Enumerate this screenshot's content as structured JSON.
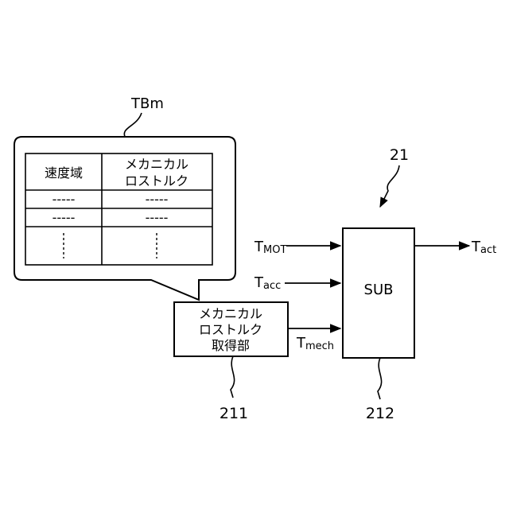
{
  "callout": {
    "label": "TBm",
    "table": {
      "headers": [
        "速度域",
        "メカニカル",
        "ロストルク"
      ],
      "rows": [
        [
          "-----",
          "-----"
        ],
        [
          "-----",
          "-----"
        ]
      ]
    }
  },
  "block_211": {
    "lines": [
      "メカニカル",
      "ロストルク",
      "取得部"
    ],
    "ref": "211"
  },
  "block_212": {
    "label": "SUB",
    "ref": "212"
  },
  "unit_ref": "21",
  "signals": {
    "t_mot": {
      "main": "T",
      "sub": "MOT"
    },
    "t_acc": {
      "main": "T",
      "sub": "acc"
    },
    "t_mech": {
      "main": "T",
      "sub": "mech"
    },
    "t_act": {
      "main": "T",
      "sub": "act"
    }
  }
}
